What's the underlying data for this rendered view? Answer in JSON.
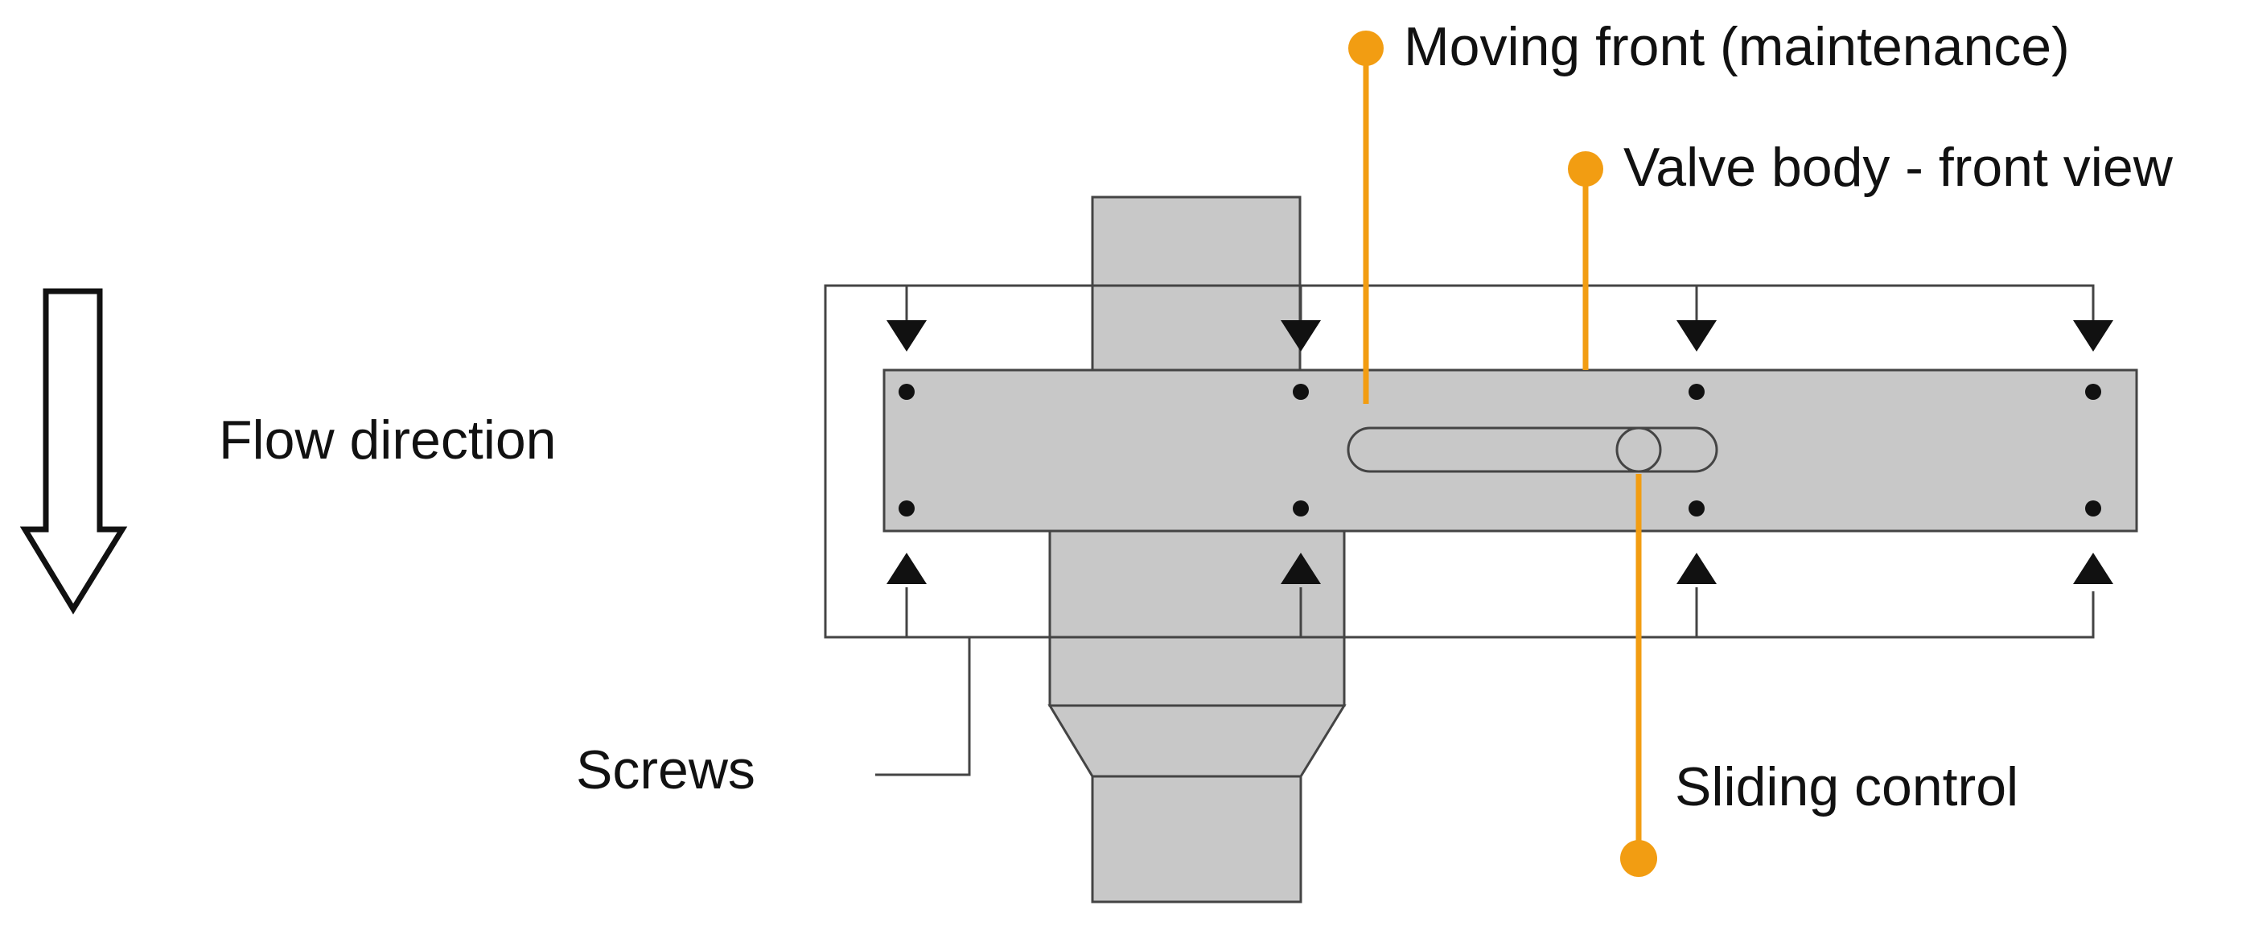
{
  "labels": {
    "moving_front": "Moving front (maintenance)",
    "valve_body": "Valve body - front view",
    "flow_direction": "Flow direction",
    "screws": "Screws",
    "sliding_control": "Sliding control"
  },
  "colors": {
    "callout": "#f29d12",
    "body_fill": "#c8c8c8",
    "outline": "#444444",
    "text": "#111111",
    "background": "#ffffff"
  },
  "icons": {
    "flow_arrow": "hollow-down-arrow-icon",
    "screw_marker": "filled-triangle-icon",
    "screw_hole": "dot-icon"
  }
}
